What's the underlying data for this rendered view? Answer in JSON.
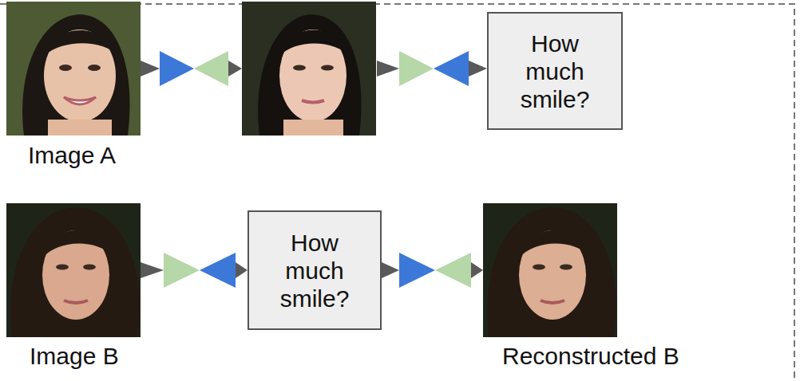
{
  "diagram": {
    "nodes": [
      {
        "text": [
          "How much smile?"
        ]
      },
      {
        "text": [
          "How much smile?"
        ]
      }
    ],
    "labels": [
      "Image A",
      "Image B",
      "Reconstructed B"
    ]
  }
}
